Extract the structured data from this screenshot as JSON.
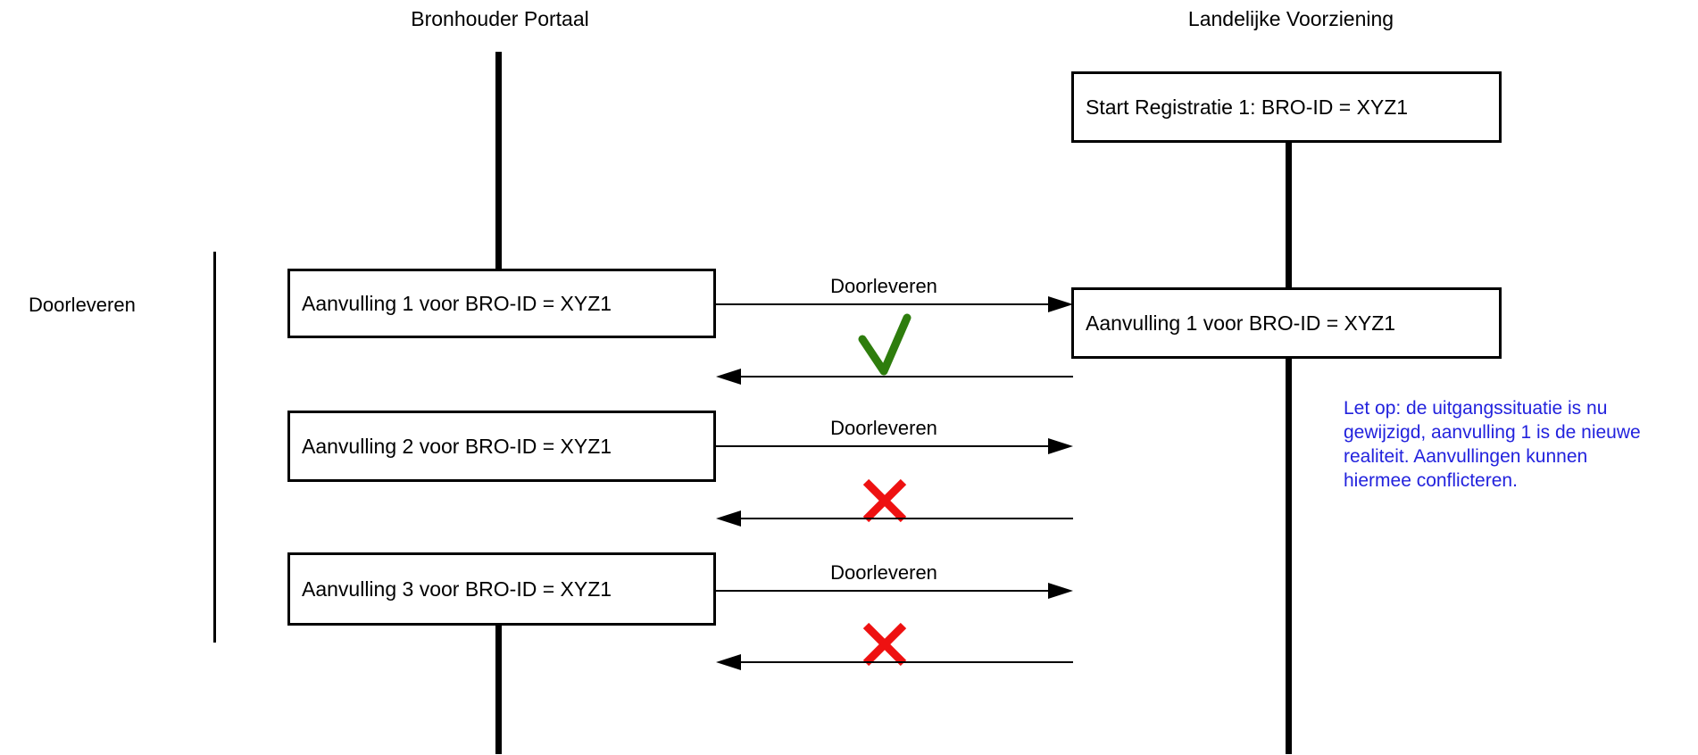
{
  "diagram": {
    "actors": [
      {
        "label": "Bronhouder Portaal"
      },
      {
        "label": "Landelijke Voorziening"
      }
    ],
    "start_box": {
      "label": "Start Registratie 1: BRO-ID = XYZ1"
    },
    "group_label": "Doorleveren",
    "left_boxes": [
      {
        "label": "Aanvulling 1 voor BRO-ID = XYZ1"
      },
      {
        "label": "Aanvulling 2 voor BRO-ID = XYZ1"
      },
      {
        "label": "Aanvulling 3 voor BRO-ID = XYZ1"
      }
    ],
    "right_box": {
      "label": "Aanvulling 1 voor BRO-ID = XYZ1"
    },
    "messages": [
      {
        "label": "Doorleveren",
        "direction": "right",
        "result": "success"
      },
      {
        "label": "Doorleveren",
        "direction": "right",
        "result": "failure"
      },
      {
        "label": "Doorleveren",
        "direction": "right",
        "result": "failure"
      }
    ],
    "note": {
      "text": "Let op: de uitgangssituatie is nu\ngewijzigd, aanvulling 1 is de nieuwe\nrealiteit. Aanvullingen kunnen\nhiermee conflicteren.",
      "color": "#2222dd"
    },
    "colors": {
      "success": "#2e7d0d",
      "failure": "#ee1111",
      "note_text": "#2222dd",
      "line": "#000000"
    }
  }
}
